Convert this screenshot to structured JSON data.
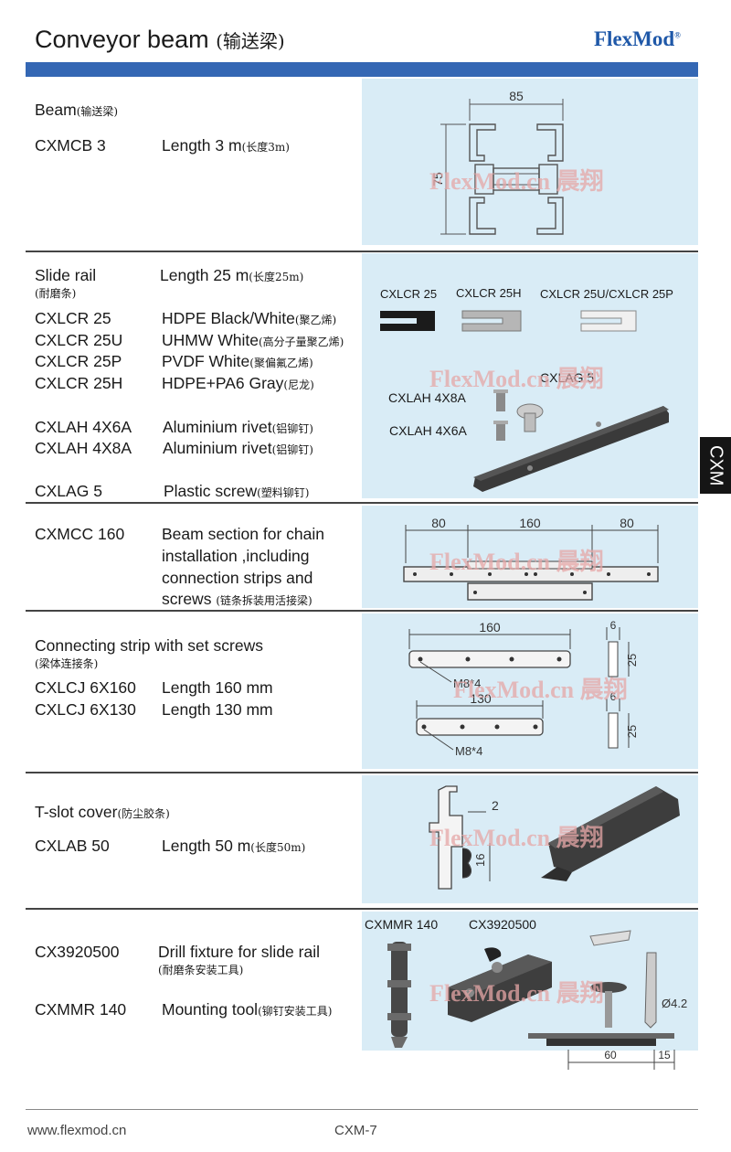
{
  "header": {
    "title": "Conveyor beam",
    "title_cn": "(输送梁)",
    "brand": "FlexMod",
    "brand_mark": "®"
  },
  "side_tab": "CXM",
  "watermark": "FlexMod.cn 晨翔",
  "sections": {
    "beam": {
      "heading": "Beam",
      "heading_cn": "(输送梁)",
      "code": "CXMCB 3",
      "desc": "Length 3 m",
      "desc_cn": "(长度3m)",
      "dim_w": "85",
      "dim_h": "75"
    },
    "slide": {
      "heading": "Slide rail",
      "heading_cn": "(耐磨条)",
      "length": "Length 25 m",
      "length_cn": "(长度25m)",
      "items": [
        {
          "code": "CXLCR 25",
          "desc": "HDPE Black/White",
          "cn": "(聚乙烯)"
        },
        {
          "code": "CXLCR 25U",
          "desc": "UHMW White",
          "cn": "(高分子量聚乙烯)"
        },
        {
          "code": "CXLCR 25P",
          "desc": "PVDF White",
          "cn": "(聚偏氟乙烯)"
        },
        {
          "code": "CXLCR 25H",
          "desc": "HDPE+PA6 Gray",
          "cn": "(尼龙)"
        }
      ],
      "rivets": [
        {
          "code": "CXLAH 4X6A",
          "desc": "Aluminium rivet",
          "cn": "(铝铆钉)"
        },
        {
          "code": "CXLAH 4X8A",
          "desc": "Aluminium rivet",
          "cn": "(铝铆钉)"
        }
      ],
      "screw": {
        "code": "CXLAG 5",
        "desc": "Plastic screw",
        "cn": "(塑料铆钉)"
      },
      "img_labels": {
        "a": "CXLCR 25",
        "b": "CXLCR 25H",
        "c": "CXLCR 25U/CXLCR 25P",
        "d": "CXLAG 5",
        "e": "CXLAH 4X8A",
        "f": "CXLAH 4X6A"
      }
    },
    "chain": {
      "code": "CXMCC 160",
      "line1": "Beam section for chain",
      "line2": "installation ,including",
      "line3": "connection strips and",
      "line4": "screws",
      "cn": "(链条拆装用活接梁)",
      "d1": "80",
      "d2": "160",
      "d3": "80"
    },
    "strip": {
      "heading": "Connecting strip with set screws",
      "heading_cn": "(梁体连接条)",
      "items": [
        {
          "code": "CXLCJ 6X160",
          "desc": "Length 160 mm"
        },
        {
          "code": "CXLCJ 6X130",
          "desc": "Length 130 mm"
        }
      ],
      "d160": "160",
      "d130": "130",
      "m8": "M8*4",
      "d6": "6",
      "d25": "25"
    },
    "tslot": {
      "heading": "T-slot cover",
      "heading_cn": "(防尘胶条)",
      "code": "CXLAB 50",
      "desc": "Length 50 m",
      "desc_cn": "(长度50m)",
      "d2": "2",
      "d16": "16"
    },
    "drill": {
      "code1": "CX3920500",
      "desc1": "Drill fixture for slide rail",
      "cn1": "(耐磨条安装工具)",
      "code2": "CXMMR 140",
      "desc2": "Mounting tool",
      "cn2": "(铆钉安装工具)",
      "img_l1": "CXMMR 140",
      "img_l2": "CX3920500",
      "dia": "Ø4.2",
      "d60": "60",
      "d15": "15"
    }
  },
  "footer": {
    "url": "www.flexmod.cn",
    "page": "CXM-7"
  }
}
